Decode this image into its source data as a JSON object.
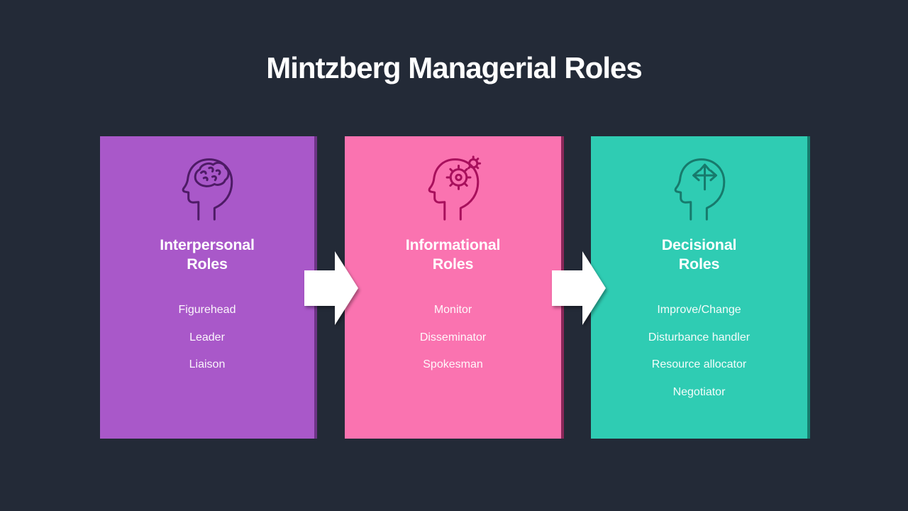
{
  "page": {
    "title": "Mintzberg Managerial Roles",
    "background_color": "#232a37",
    "title_color": "#ffffff"
  },
  "cards": [
    {
      "name": "interpersonal-roles",
      "title_line1": "Interpersonal",
      "title_line2": "Roles",
      "items": [
        "Figurehead",
        "Leader",
        "Liaison"
      ],
      "color": "#a958c9",
      "edge_color": "#6e3487",
      "icon": "head-brain-icon",
      "icon_color": "#4e1b66"
    },
    {
      "name": "informational-roles",
      "title_line1": "Informational",
      "title_line2": "Roles",
      "items": [
        "Monitor",
        "Disseminator",
        "Spokesman"
      ],
      "color": "#fa73b0",
      "edge_color": "#8a2759",
      "icon": "head-gears-icon",
      "icon_color": "#a8105c"
    },
    {
      "name": "decisional-roles",
      "title_line1": "Decisional",
      "title_line2": "Roles",
      "items": [
        "Improve/Change",
        "Disturbance handler",
        "Resource allocator",
        "Negotiator"
      ],
      "color": "#2fccb3",
      "edge_color": "#157e6e",
      "icon": "head-decision-icon",
      "icon_color": "#177a6c"
    }
  ],
  "arrows": [
    {
      "name": "flow-arrow-1",
      "direction": "right",
      "color": "#ffffff"
    },
    {
      "name": "flow-arrow-2",
      "direction": "right",
      "color": "#ffffff"
    }
  ]
}
